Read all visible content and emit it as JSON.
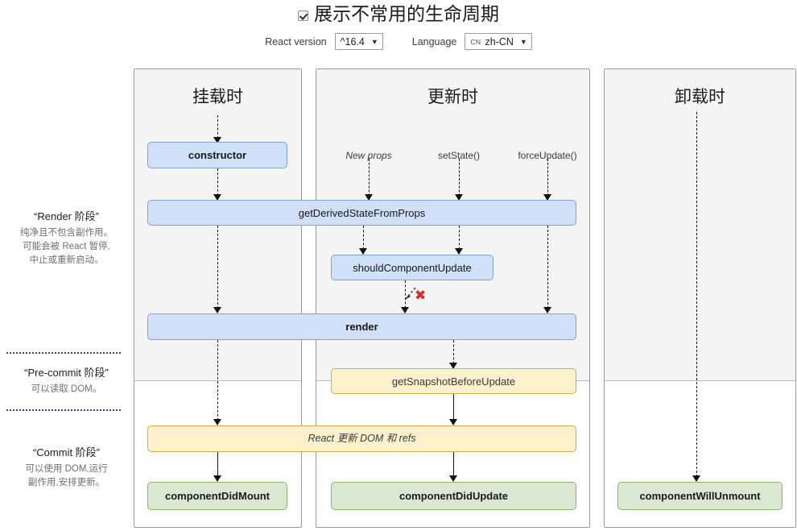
{
  "header": {
    "checkbox_checked": true,
    "title": "展示不常用的生命周期",
    "react_version_label": "React version",
    "react_version_value": "^16.4",
    "language_label": "Language",
    "language_flag": "CN",
    "language_value": "zh-CN",
    "caret": "▼"
  },
  "phases": [
    {
      "name": "render",
      "title": "“Render 阶段”",
      "desc": "纯净且不包含副作用。\n可能会被 React 暂停,\n中止或重新启动。"
    },
    {
      "name": "pre-commit",
      "title": "“Pre-commit 阶段”",
      "desc": "可以读取 DOM。"
    },
    {
      "name": "commit",
      "title": "“Commit 阶段”",
      "desc": "可以使用 DOM,运行\n副作用,安排更新。"
    }
  ],
  "columns": [
    {
      "key": "mounting",
      "heading": "挂载时"
    },
    {
      "key": "updating",
      "heading": "更新时"
    },
    {
      "key": "unmounting",
      "heading": "卸载时"
    }
  ],
  "triggers": [
    {
      "label": "New props",
      "italic": true
    },
    {
      "label": "setState()",
      "italic": false
    },
    {
      "label": "forceUpdate()",
      "italic": false
    }
  ],
  "nodes": {
    "constructor": "constructor",
    "getDerivedStateFromProps": "getDerivedStateFromProps",
    "shouldComponentUpdate": "shouldComponentUpdate",
    "render": "render",
    "getSnapshotBeforeUpdate": "getSnapshotBeforeUpdate",
    "reactUpdate": "React 更新 DOM 和 refs",
    "componentDidMount": "componentDidMount",
    "componentDidUpdate": "componentDidUpdate",
    "componentWillUnmount": "componentWillUnmount"
  },
  "colors": {
    "blue_fill": "#cfe0f8",
    "blue_border": "#7ba7d7",
    "yellow_fill": "#fdf0cd",
    "yellow_border": "#d5ab42",
    "green_fill": "#d9e8d0",
    "green_border": "#8cb46d",
    "skip_mark": "#d92b2b",
    "column_gray": "#f4f4f4"
  },
  "skip_mark": "✖"
}
